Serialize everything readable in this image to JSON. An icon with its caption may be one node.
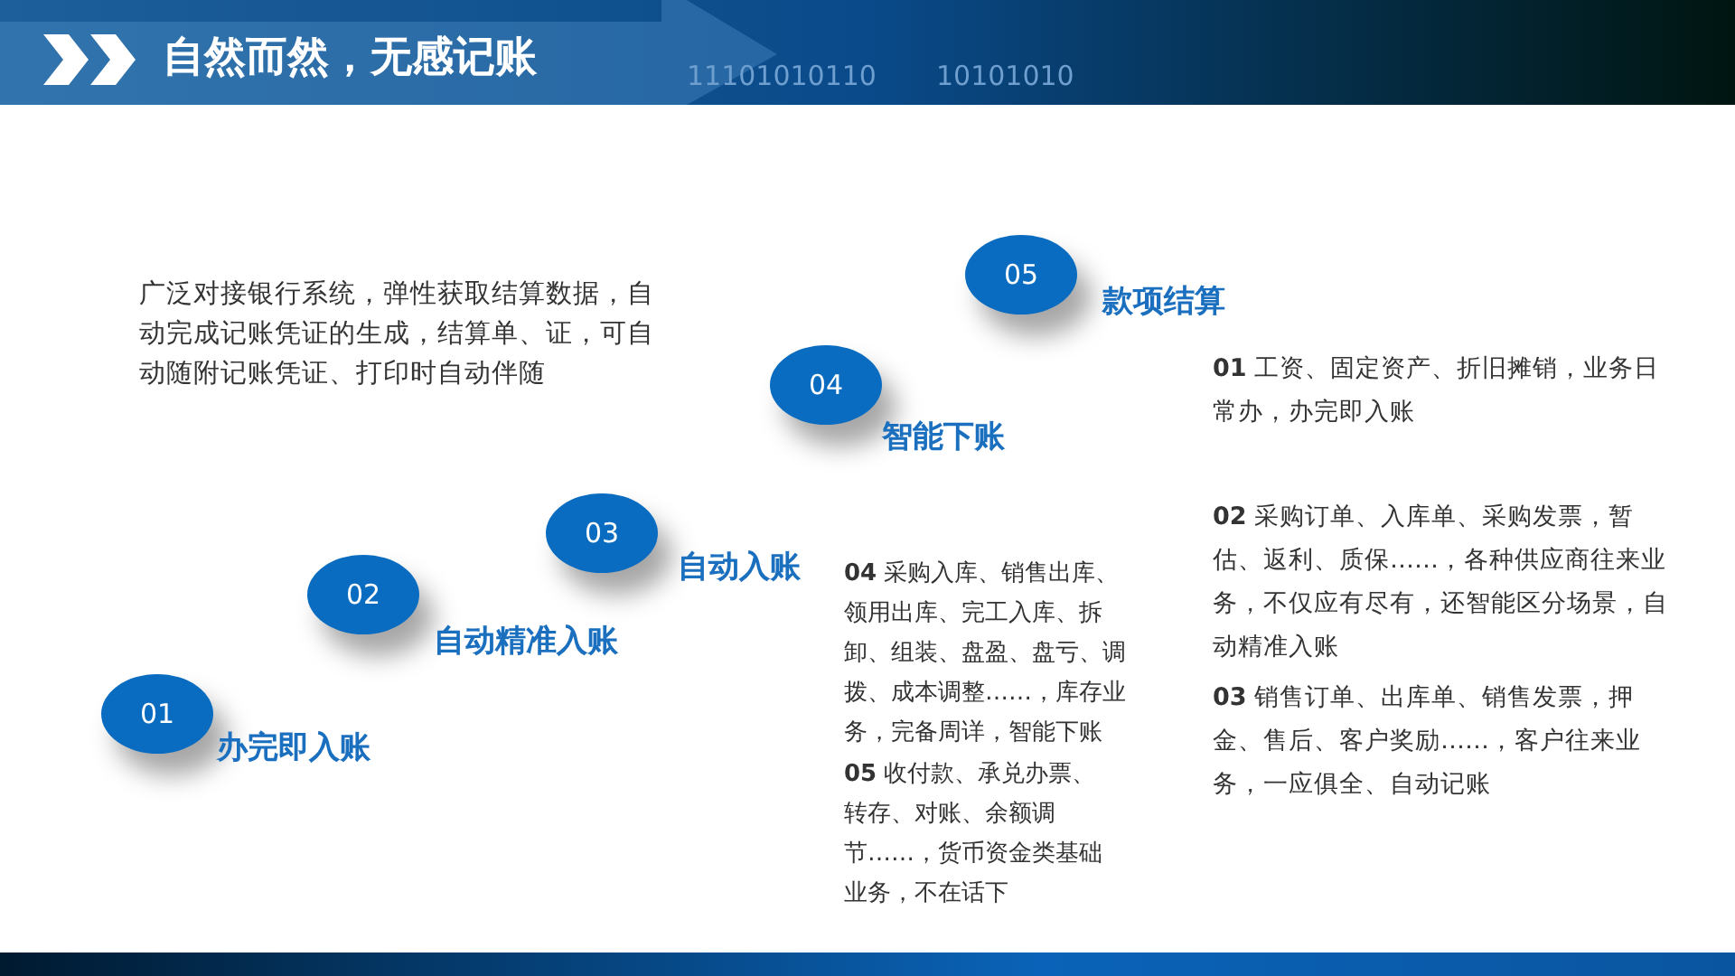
{
  "diagram": {
    "title": "自然而然，无感记账",
    "nodes": [
      {
        "text": [
          "01"
        ],
        "beside": [
          "办完即入账"
        ]
      },
      {
        "text": [
          "02"
        ],
        "beside": [
          "自动精准入账"
        ]
      },
      {
        "text": [
          "03"
        ],
        "beside": [
          "自动入账"
        ]
      },
      {
        "text": [
          "04"
        ],
        "beside": [
          "智能下账"
        ]
      },
      {
        "text": [
          "05"
        ],
        "beside": [
          "款项结算"
        ]
      }
    ],
    "labels": [
      "11101010110",
      "10101010",
      "广泛对接银行系统，弹性获取结算数据，自动完成记账凭证的生成，结算单、证，可自动随附记账凭证、打印时自动伴随",
      "**04** 采购入库、销售出库、领用出库、完工入库、拆卸、组装、盘盈、盘亏、调拨、成本调整……，库存业务，完备周详，智能下账",
      "**05** 收付款、承兑办票、转存、对账、余额调节……，货币资金类基础业务，不在话下",
      "**01** 工资、固定资产、折旧摊销，业务日常办，办完即入账",
      "**02** 采购订单、入库单、采购发票，暂估、返利、质保……，各种供应商往来业务，不仅应有尽有，还智能区分场景，自动精准入账",
      "**03** 销售订单、出库单、销售发票，押金、售后、客户奖励……，客户往来业务，一应俱全、自动记账"
    ]
  }
}
